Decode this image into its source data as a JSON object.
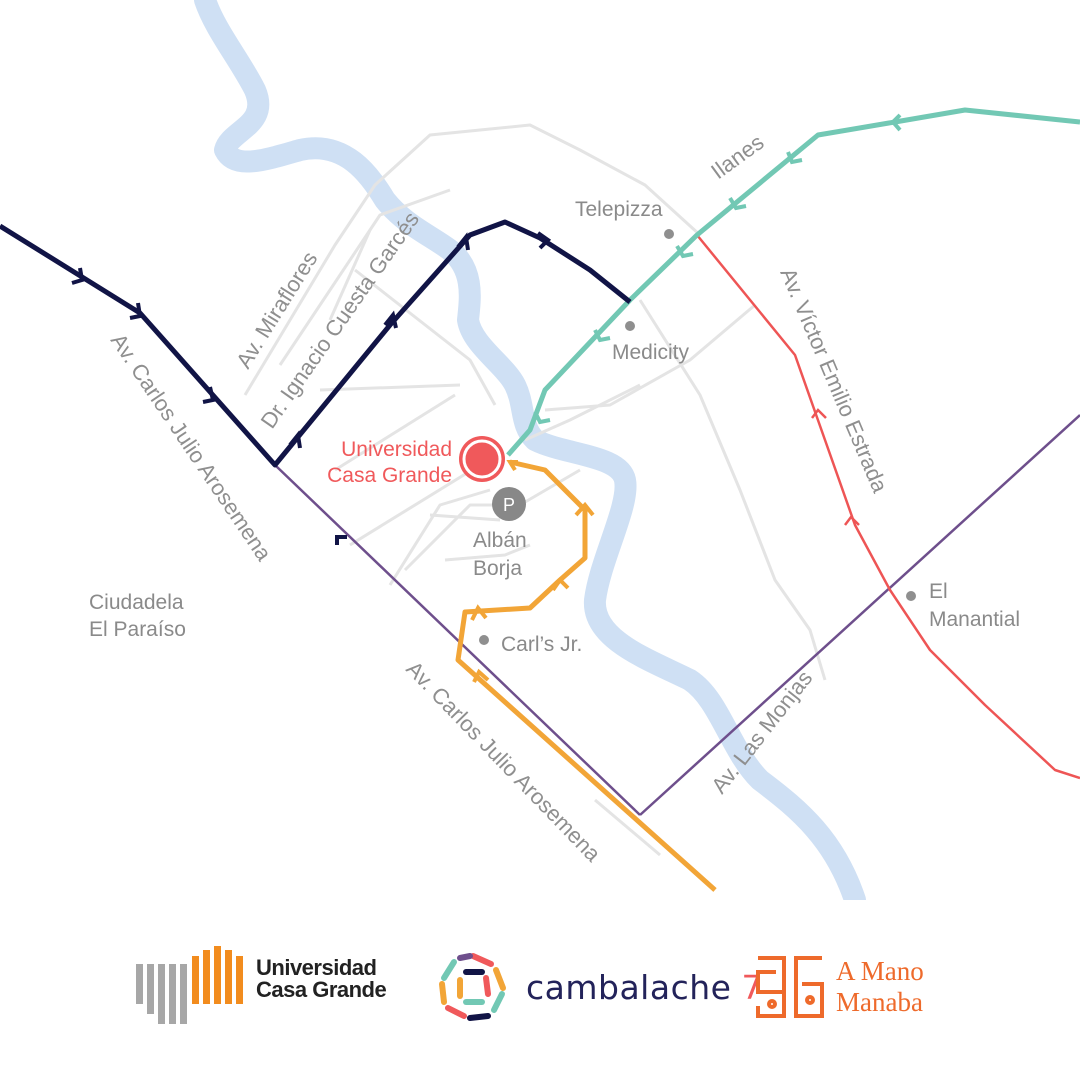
{
  "colors": {
    "river": "#cfe0f4",
    "street": "#e4e4e4",
    "navy_route": "#111446",
    "teal_route": "#72c8b4",
    "orange_route": "#f2a537",
    "red_route": "#ee5555",
    "purple_route": "#6e4f8c",
    "destination": "#f0595b",
    "place_dot": "#8f8f8f"
  },
  "streets": {
    "miraflores": "Av. Miraflores",
    "cuesta_garces": "Dr. Ignacio Cuesta Garcés",
    "arosemena_north": "Av. Carlos Julio Arosemena",
    "arosemena_south": "Av. Carlos Julio Arosemena",
    "ilanes": "Ilanes",
    "victor_emilio_estrada": "Av. Víctor Emilio Estrada",
    "las_monjas": "Av. Las Monjas"
  },
  "places": {
    "telepizza": "Telepizza",
    "medicity": "Medicity",
    "alban_borja_line1": "Albán",
    "alban_borja_line2": "Borja",
    "carls_jr": "Carl’s Jr.",
    "el_manantial_line1": "El",
    "el_manantial_line2": "Manantial",
    "ciudadela_line1": "Ciudadela",
    "ciudadela_line2": "El Paraíso",
    "parking_symbol": "P"
  },
  "destination": {
    "line1": "Universidad",
    "line2": "Casa Grande"
  },
  "logos": {
    "ucg_line1": "Universidad",
    "ucg_line2": "Casa Grande",
    "cambalache_name": "cambalache",
    "cambalache_number": "7",
    "amm_line1": "A Mano",
    "amm_line2": "Manaba",
    "amm_icon": "96-monogram-icon"
  },
  "icons": {
    "ucg_mark": "building-columns-icon",
    "cambalache_mark": "ring-shapes-icon",
    "amm_mark": "96-monogram-icon",
    "destination_marker": "location-target-icon",
    "parking": "parking-icon"
  }
}
